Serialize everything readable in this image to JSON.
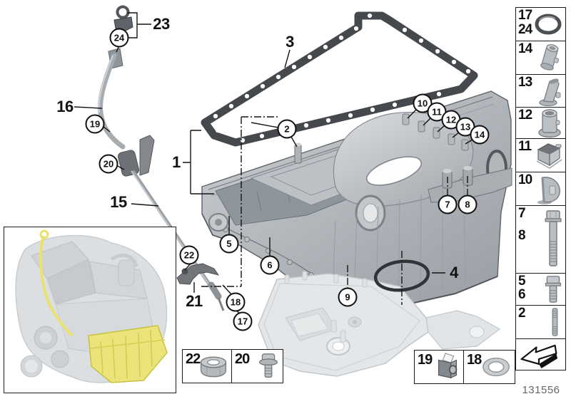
{
  "doc": {
    "drawing_number": "131556"
  },
  "colors": {
    "line": "#111111",
    "metal": "#b3b8bd",
    "gasket": "#45494d",
    "ghost": "#e4e7e9",
    "highlight": "#e9e36e"
  },
  "main_callouts": {
    "c1": "1",
    "c2": "2",
    "c3": "3",
    "c4": "4",
    "c5": "5",
    "c6": "6",
    "c7": "7",
    "c8": "8",
    "c9": "9",
    "c10": "10",
    "c11": "11",
    "c12": "12",
    "c13": "13",
    "c14": "14",
    "c15": "15",
    "c16": "16",
    "c17": "17",
    "c18": "18",
    "c19": "19",
    "c20": "20",
    "c21": "21",
    "c22": "22",
    "c23": "23",
    "c24": "24"
  },
  "sidebar": {
    "items": [
      {
        "labels": [
          "17",
          "24"
        ],
        "icon": "o-ring-icon"
      },
      {
        "labels": [
          "14"
        ],
        "icon": "guide-tube-icon"
      },
      {
        "labels": [
          "13"
        ],
        "icon": "oil-duct-icon"
      },
      {
        "labels": [
          "12"
        ],
        "icon": "sleeve-icon"
      },
      {
        "labels": [
          "11"
        ],
        "icon": "baffle-box-icon"
      },
      {
        "labels": [
          "10"
        ],
        "icon": "cover-cap-icon"
      },
      {
        "labels": [
          "7",
          "8"
        ],
        "icon": "long-bolt-icon"
      },
      {
        "labels": [
          "5",
          "6"
        ],
        "icon": "short-bolt-icon"
      },
      {
        "labels": [
          "2"
        ],
        "icon": "stud-icon"
      },
      {
        "labels": [],
        "icon": "direction-arrow-icon"
      }
    ]
  },
  "bottom_boxes": [
    {
      "label": "22",
      "icon": "hex-nut-icon"
    },
    {
      "label": "20",
      "icon": "flange-bolt-icon"
    },
    {
      "label": "19",
      "icon": "clip-nut-icon"
    },
    {
      "label": "18",
      "icon": "seal-ring-icon"
    }
  ]
}
